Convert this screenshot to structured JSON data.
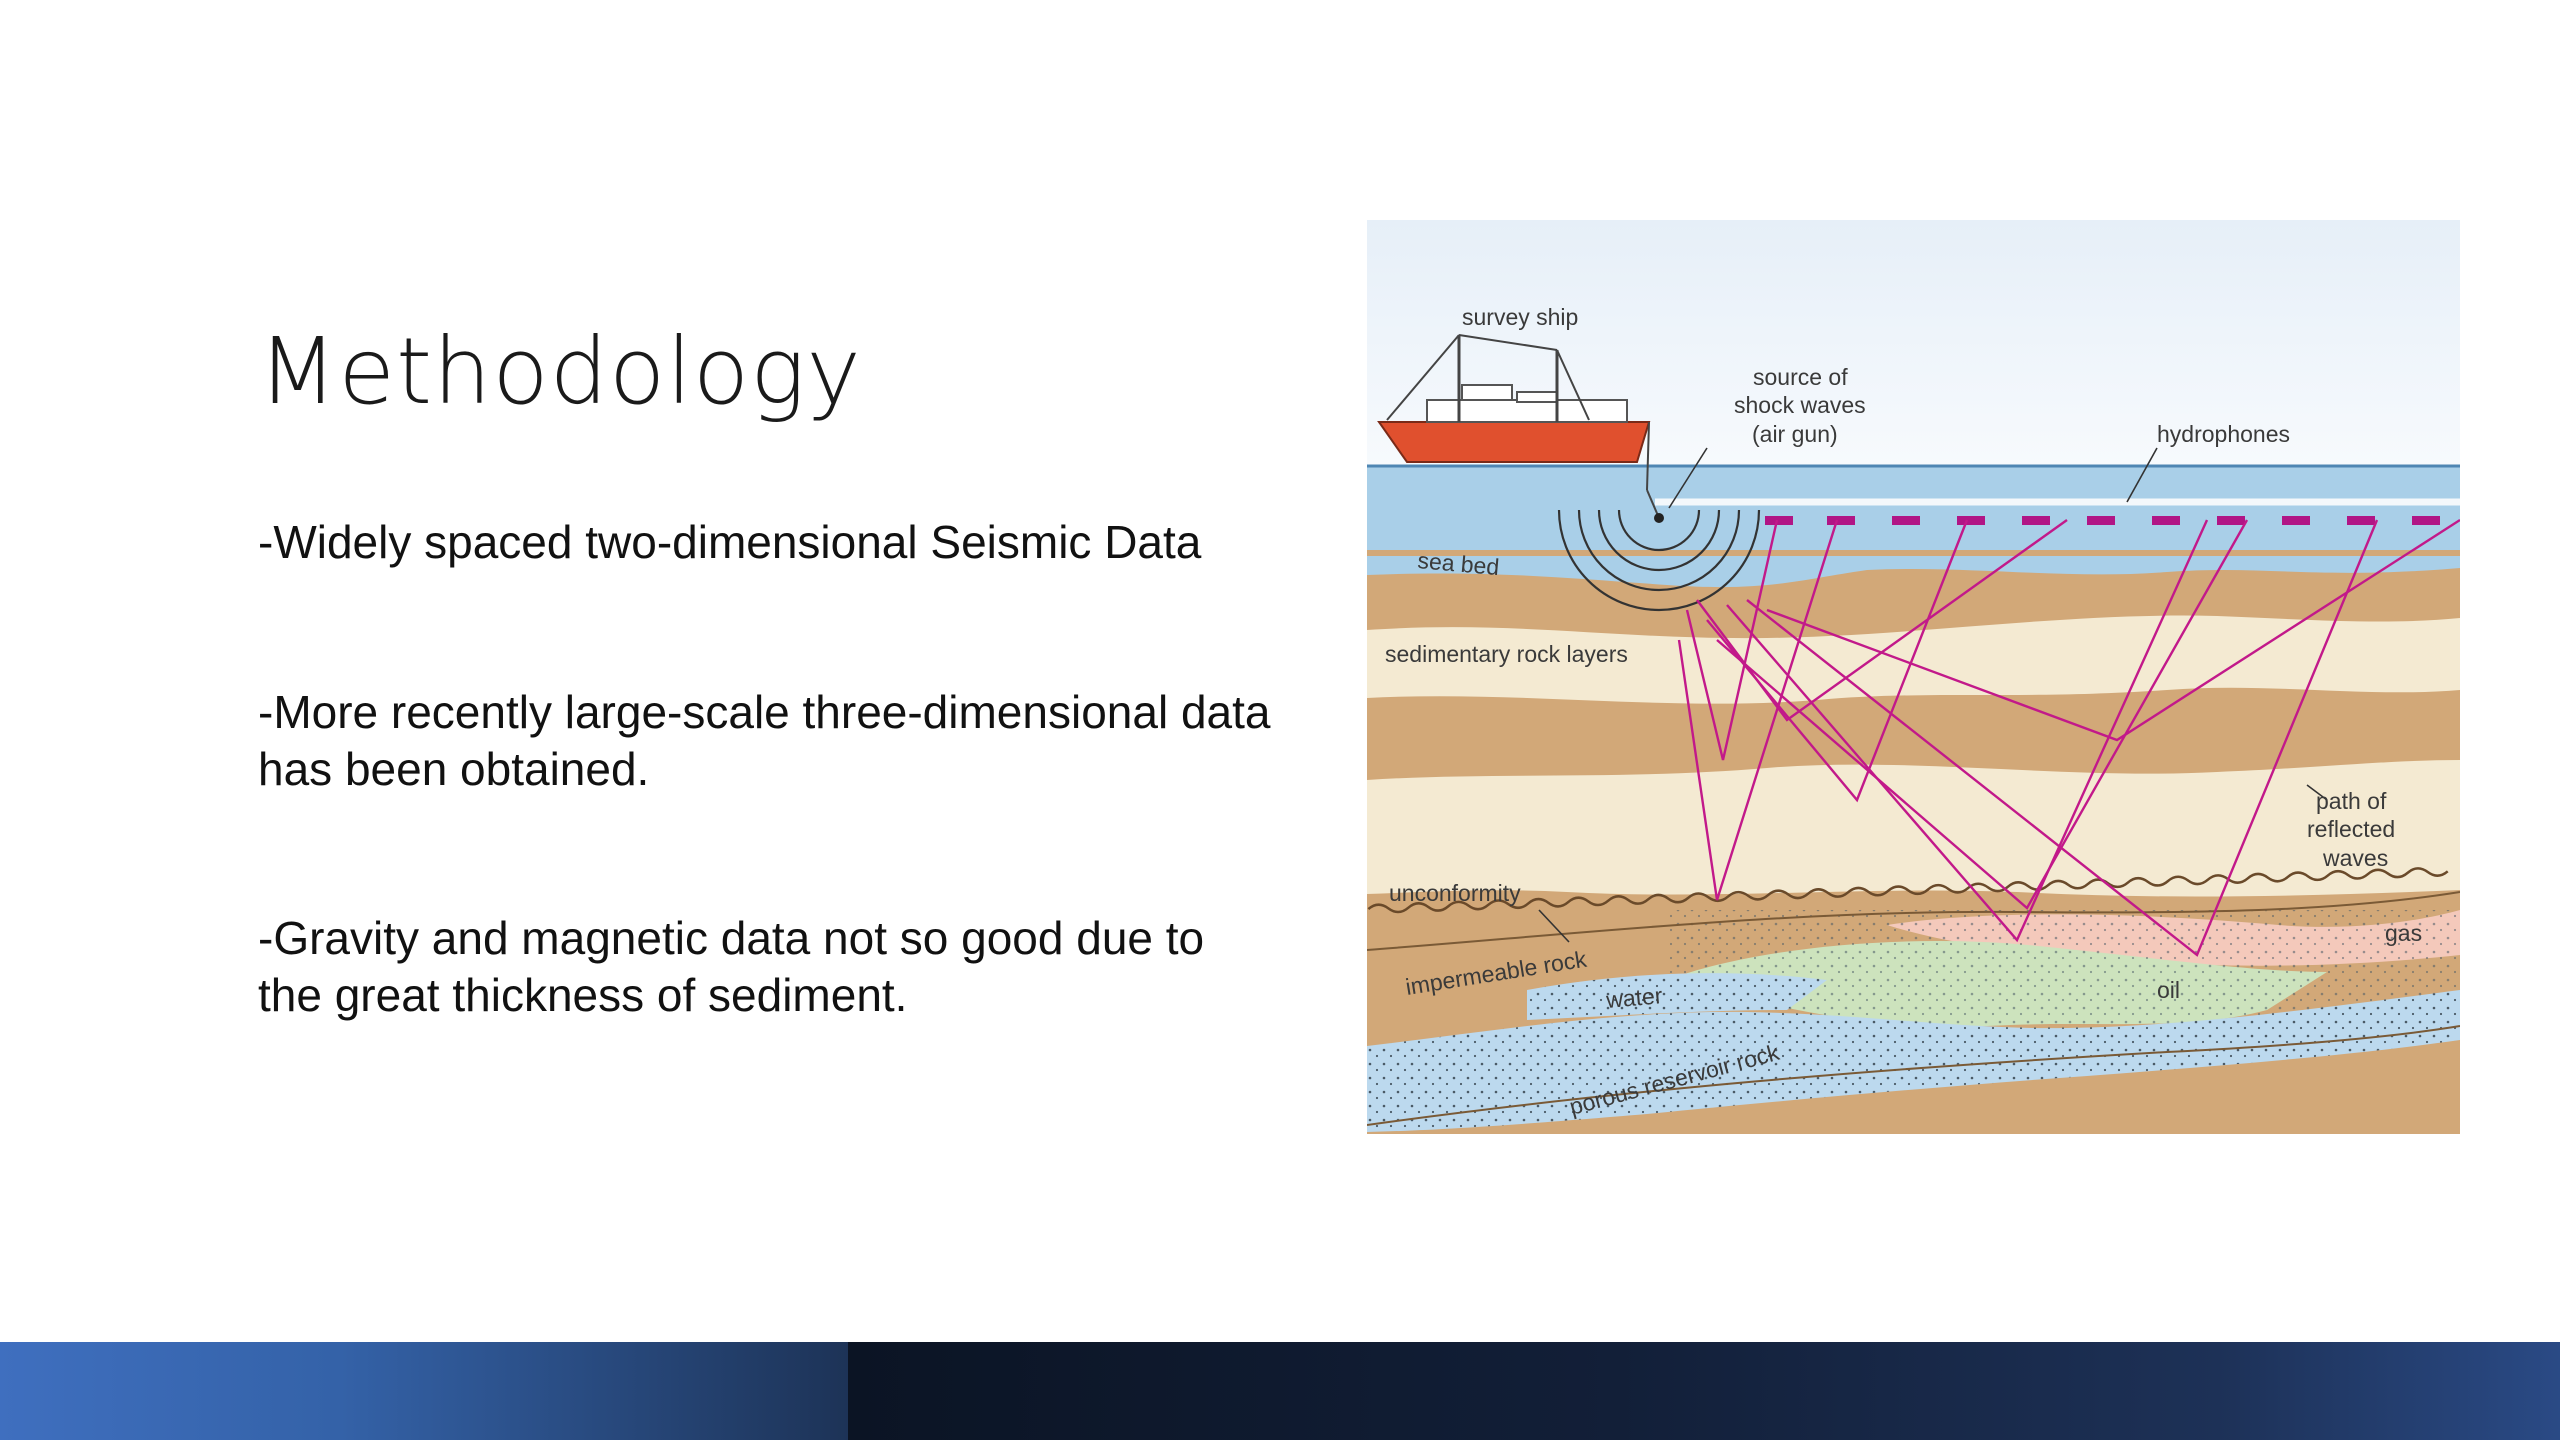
{
  "slide": {
    "title": "Methodology",
    "bullets": [
      "-Widely spaced two-dimensional Seismic Data",
      "-More recently large-scale three-dimensional data has been obtained.",
      "-Gravity and magnetic data not so good due to the great thickness of sediment."
    ]
  },
  "figure": {
    "labels": {
      "survey_ship": "survey ship",
      "source_line1": "source of",
      "source_line2": "shock waves",
      "source_line3": "(air gun)",
      "hydrophones": "hydrophones",
      "sea_bed": "sea bed",
      "sedimentary": "sedimentary rock layers",
      "path_line1": "path of",
      "path_line2": "reflected",
      "path_line3": "waves",
      "unconformity": "unconformity",
      "impermeable": "impermeable rock",
      "water": "water",
      "oil": "oil",
      "gas": "gas",
      "porous": "porous reservoir rock"
    },
    "colors": {
      "sky": "#eef4fa",
      "sea": "#a9cfe8",
      "tan": "#d2a878",
      "cream": "#f4ead2",
      "ray": "#c2198a",
      "ship_hull": "#e0502e",
      "water_zone": "#bcd9ee",
      "oil_zone": "#cde3bd",
      "gas_zone": "#f4c9bb"
    }
  },
  "footer": {
    "left_color": "#3f6fbf",
    "right_color": "#0b1424"
  }
}
